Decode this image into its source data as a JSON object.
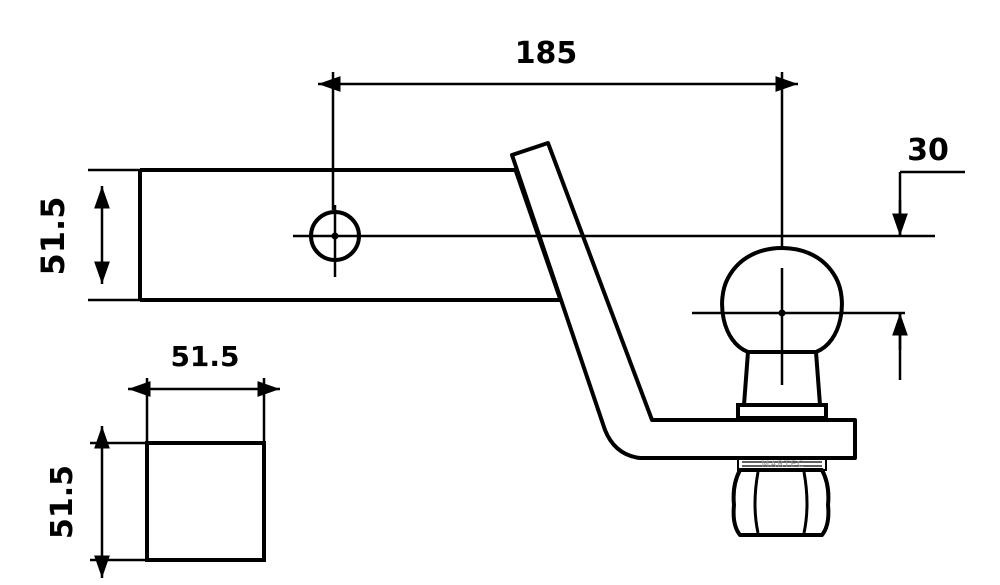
{
  "dimensions": {
    "drop": "185",
    "rise": "30",
    "shank_height": "51.5",
    "section_width": "51.5",
    "section_height": "51.5"
  },
  "watermark": "MARTEC",
  "colors": {
    "ink": "#000000",
    "background": "#ffffff",
    "watermark": "#9a9a9a"
  }
}
